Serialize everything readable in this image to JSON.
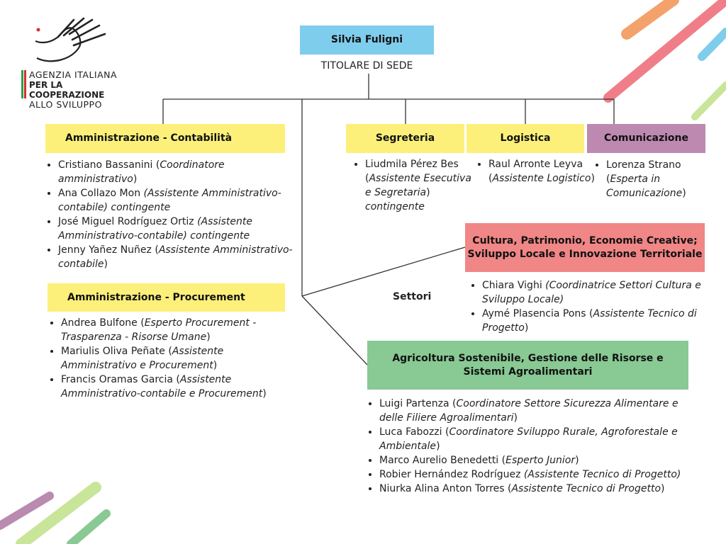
{
  "logo": {
    "line1": "AGENZIA ITALIANA",
    "line2": "PER LA COOPERAZIONE",
    "line3": "ALLO SVILUPPO",
    "colors": {
      "green": "#2e9e48",
      "red": "#d32f2f"
    }
  },
  "head": {
    "name": "Silvia Fuligni",
    "title": "TITOLARE DI SEDE"
  },
  "units": {
    "amministrazione_contabilita": {
      "label": "Amministrazione - Contabilità",
      "people": [
        {
          "name": "Cristiano Bassanini (",
          "role": "Coordinatore amministrativo",
          "suffix": ")"
        },
        {
          "name": "Ana Collazo Mon ",
          "role": "(Assistente Amministrativo-contabile) contingente",
          "suffix": ""
        },
        {
          "name": "José Miguel Rodríguez Ortiz ",
          "role": "(Assistente Amministrativo-contabile) contingente",
          "suffix": ""
        },
        {
          "name": "Jenny Yañez Nuñez (",
          "role": "Assistente Amministrativo-contabile",
          "suffix": ")"
        }
      ]
    },
    "amministrazione_procurement": {
      "label": "Amministrazione - Procurement",
      "people": [
        {
          "name": "Andrea Bulfone (",
          "role": "Esperto Procurement - Trasparenza - Risorse Umane",
          "suffix": ")"
        },
        {
          "name": " Mariulis Oliva Peñate (",
          "role": "Assistente Amministrativo e Procurement",
          "suffix": ")"
        },
        {
          "name": "Francis Oramas Garcia (",
          "role": "Assistente Amministrativo-contabile e Procurement",
          "suffix": ")"
        }
      ]
    },
    "segreteria": {
      "label": "Segreteria",
      "people": [
        {
          "name": "Liudmila Pérez Bes (",
          "role": "Assistente Esecutiva e Segretaria",
          "suffix": ") ",
          "suffix_role": "contingente"
        }
      ]
    },
    "logistica": {
      "label": "Logistica",
      "people": [
        {
          "name": "Raul Arronte Leyva (",
          "role": "Assistente Logistico",
          "suffix": ")"
        }
      ]
    },
    "comunicazione": {
      "label": "Comunicazione",
      "people": [
        {
          "name": " Lorenza Strano (",
          "role": "Esperta in Comunicazione",
          "suffix": ")"
        }
      ]
    }
  },
  "settori": {
    "label": "Settori",
    "cultura": {
      "label_line1": "Cultura, Patrimonio, Economie Creative;",
      "label_line2": "Sviluppo Locale e Innovazione Territoriale",
      "people": [
        {
          "name": "Chiara Vighi ",
          "role": "(Coordinatrice Settori Cultura e Sviluppo Locale)",
          "suffix": ""
        },
        {
          "name": "Aymé Plasencia Pons (",
          "role": "Assistente Tecnico di Progetto",
          "suffix": ")"
        }
      ]
    },
    "agricoltura": {
      "label_line1": "Agricoltura Sostenibile, Gestione delle Risorse e",
      "label_line2": "Sistemi Agroalimentari",
      "people": [
        {
          "name": "Luigi Partenza (",
          "role": "Coordinatore Settore Sicurezza Alimentare e delle Filiere Agroalimentari",
          "suffix": ")"
        },
        {
          "name": "Luca Fabozzi (",
          "role": "Coordinatore Sviluppo Rurale, Agroforestale e Ambientale",
          "suffix": ")"
        },
        {
          "name": "Marco Aurelio Benedetti (",
          "role": "Esperto Junior",
          "suffix": ")"
        },
        {
          "name": "Robier Hernández Rodríguez ",
          "role": "(Assistente Tecnico di Progetto)",
          "suffix": ""
        },
        {
          "name": "Niurka Alina Anton Torres (",
          "role": "Assistente Tecnico di Progetto",
          "suffix": ")"
        }
      ]
    }
  },
  "colors": {
    "head_box": "#7fcdec",
    "admin_box": "#fcf07a",
    "comunicazione_box": "#bd89b0",
    "cultura_box": "#f08686",
    "agricoltura_box": "#88c994"
  }
}
